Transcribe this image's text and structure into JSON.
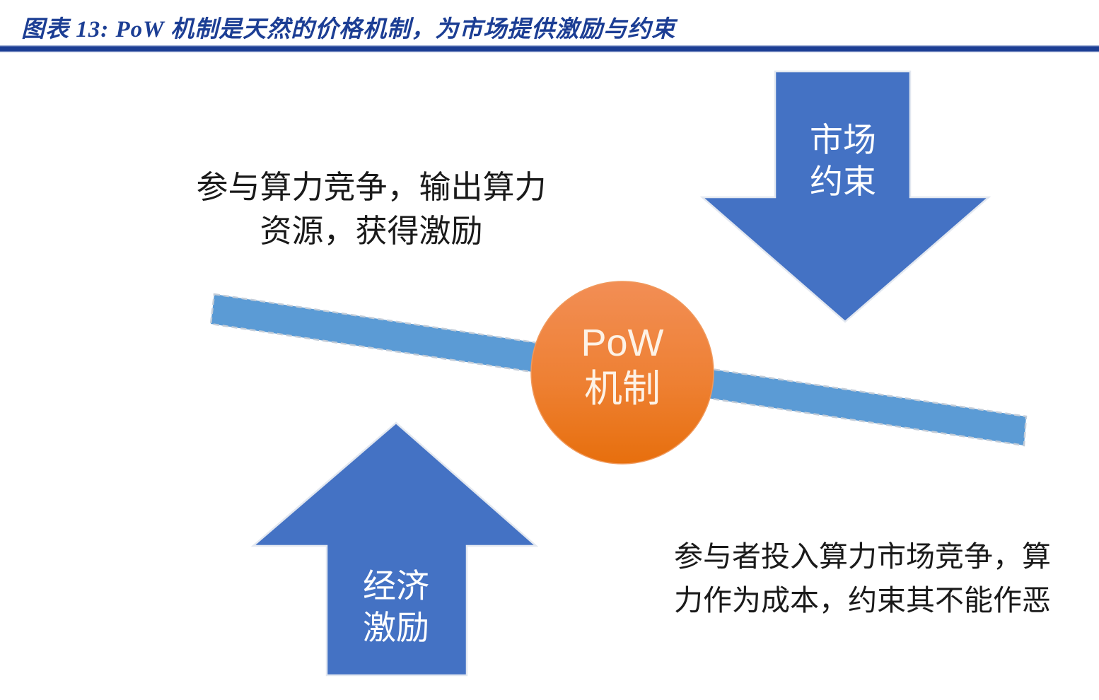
{
  "header": {
    "title": "图表 13:  PoW 机制是天然的价格机制，为市场提供激励与约束"
  },
  "diagram": {
    "center_circle": {
      "line1": "PoW",
      "line2": "机制"
    },
    "market_constraint_arrow": {
      "direction": "down",
      "line1": "市场",
      "line2": "约束"
    },
    "economic_incentive_arrow": {
      "direction": "up",
      "line1": "经济",
      "line2": "激励"
    },
    "incentive_note": {
      "line1": "参与算力竞争，输出算力",
      "line2": "资源，获得激励"
    },
    "constraint_note": {
      "line1": "参与者投入算力市场竞争，算",
      "line2": "力作为成本，约束其不能作恶"
    },
    "colors": {
      "title_navy": "#1c3e94",
      "arrow_blue": "#4472c4",
      "beam_blue": "#5b9bd5",
      "circle_orange_top": "#f28e55",
      "circle_orange_bottom": "#e76f0d",
      "note_text": "#1a1a1a",
      "arrow_label_text": "#ffffff",
      "circle_label_text": "#fdf2e6"
    }
  }
}
